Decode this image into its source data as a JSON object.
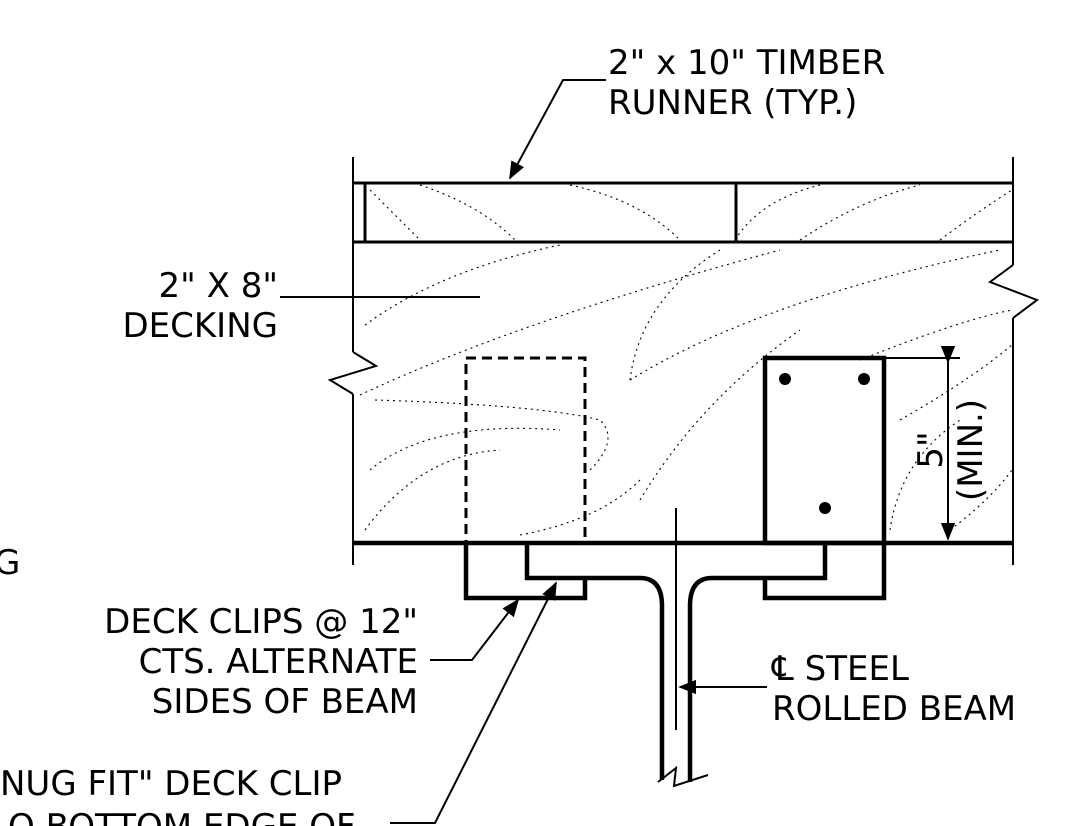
{
  "labels": {
    "timber_runner": [
      "2\" x 10\"  TIMBER",
      "RUNNER (TYP.)"
    ],
    "decking": [
      "2\" X 8\"",
      "DECKING"
    ],
    "dimension": [
      "5\"",
      "(MIN.)"
    ],
    "deck_clips": [
      "DECK CLIPS @ 12\"",
      "CTS. ALTERNATE",
      "SIDES OF BEAM"
    ],
    "steel_beam": [
      "℄ STEEL",
      "ROLLED BEAM"
    ],
    "snug_fit": [
      "NUG FIT\" DECK CLIP",
      "O BOTTOM EDGE OF"
    ],
    "cut_edge_fragment": "G"
  }
}
